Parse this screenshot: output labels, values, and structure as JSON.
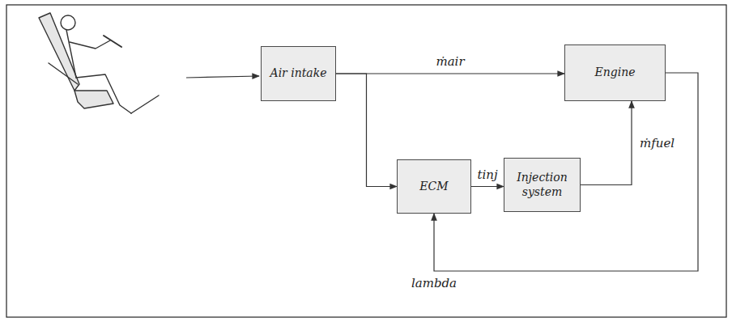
{
  "diagram": {
    "nodes": [
      {
        "text": [
          "Air intake"
        ]
      },
      {
        "text": [
          "Engine"
        ]
      },
      {
        "text": [
          "ECM"
        ]
      },
      {
        "text": [
          "Injection system"
        ]
      }
    ],
    "edges": [
      {
        "from": 0,
        "to": 1,
        "arrow": "to",
        "label": "ṁair"
      },
      {
        "from": 0,
        "to": 2,
        "arrow": "to"
      },
      {
        "from": 2,
        "to": 3,
        "arrow": "to",
        "label": "tinj"
      },
      {
        "from": 3,
        "to": 1,
        "arrow": "to",
        "label": "ṁfuel"
      },
      {
        "from": 1,
        "to": 2,
        "arrow": "to",
        "label": "lambda"
      }
    ]
  }
}
